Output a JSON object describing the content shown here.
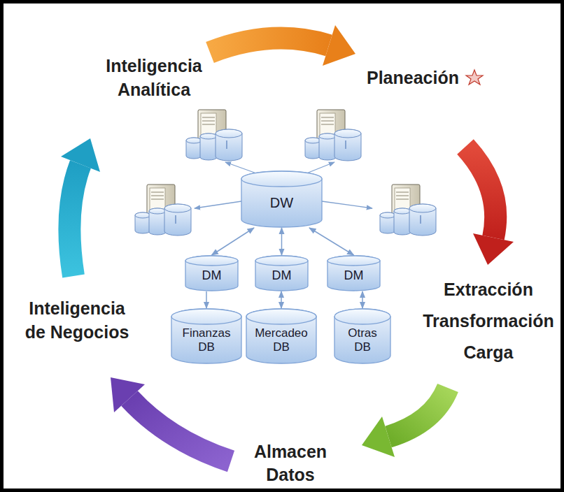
{
  "diagram": {
    "nodes": [
      {
        "text": [
          "DW"
        ]
      },
      {
        "text": [
          "DM"
        ]
      },
      {
        "text": [
          "DM"
        ]
      },
      {
        "text": [
          "DM"
        ]
      },
      {
        "text": [
          "Finanzas DB"
        ]
      },
      {
        "text": [
          "Mercadeo DB"
        ]
      },
      {
        "text": [
          "Otras DB"
        ]
      }
    ],
    "edges": [
      {
        "from": 0,
        "to": 1,
        "arrow": "both"
      },
      {
        "from": 0,
        "to": 2,
        "arrow": "both"
      },
      {
        "from": 0,
        "to": 3,
        "arrow": "both"
      },
      {
        "from": 1,
        "to": 4,
        "arrow": "to"
      },
      {
        "from": 2,
        "to": 5,
        "arrow": "both"
      },
      {
        "from": 3,
        "to": 6,
        "arrow": "both"
      }
    ],
    "labels": [
      "Inteligencia Analítica",
      "Planeación",
      "Extracción Transformación Carga",
      "Almacen Datos",
      "Inteligencia de Negocios"
    ]
  }
}
